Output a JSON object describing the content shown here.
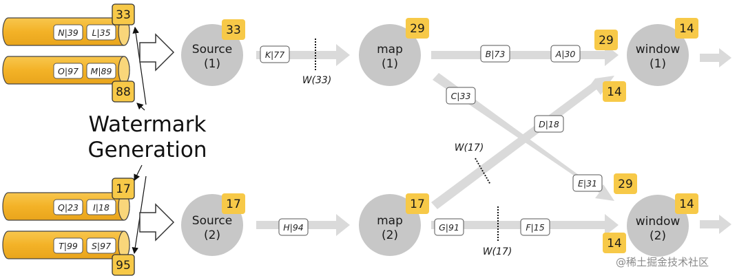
{
  "caption": {
    "line1": "Watermark",
    "line2": "Generation"
  },
  "partitions": [
    {
      "records": [
        "N|39",
        "L|35"
      ],
      "watermark": "33"
    },
    {
      "records": [
        "O|97",
        "M|89"
      ],
      "watermark": "88"
    },
    {
      "records": [
        "Q|23",
        "I|18"
      ],
      "watermark": "17"
    },
    {
      "records": [
        "T|99",
        "S|97"
      ],
      "watermark": "95"
    }
  ],
  "sources": [
    {
      "name": "Source",
      "index": "(1)",
      "watermark": "33"
    },
    {
      "name": "Source",
      "index": "(2)",
      "watermark": "17"
    }
  ],
  "maps": [
    {
      "name": "map",
      "index": "(1)",
      "watermark": "29"
    },
    {
      "name": "map",
      "index": "(2)",
      "watermark": "17"
    }
  ],
  "windows": [
    {
      "name": "window",
      "index": "(1)",
      "watermark": "14",
      "input_watermarks": [
        "29",
        "14"
      ]
    },
    {
      "name": "window",
      "index": "(2)",
      "watermark": "14",
      "input_watermarks": [
        "29",
        "14"
      ]
    }
  ],
  "in_flight": {
    "src1_map1": [
      "K|77"
    ],
    "src2_map2": [
      "H|94"
    ],
    "map1_win1": [
      "B|73",
      "A|30"
    ],
    "map1_win2": [
      "C|33",
      "E|31"
    ],
    "map2_win1": [
      "D|18"
    ],
    "map2_win2": [
      "G|91",
      "F|15"
    ]
  },
  "watermark_markers": {
    "src1_map1": "W(33)",
    "map2_win1": "W(17)",
    "map2_win2": "W(17)"
  },
  "credit": "@稀土掘金技术社区",
  "colors": {
    "accent": "#F7C948",
    "partition": "#F5B82E",
    "node": "#C7C7C7",
    "arrow": "#DADADA"
  }
}
